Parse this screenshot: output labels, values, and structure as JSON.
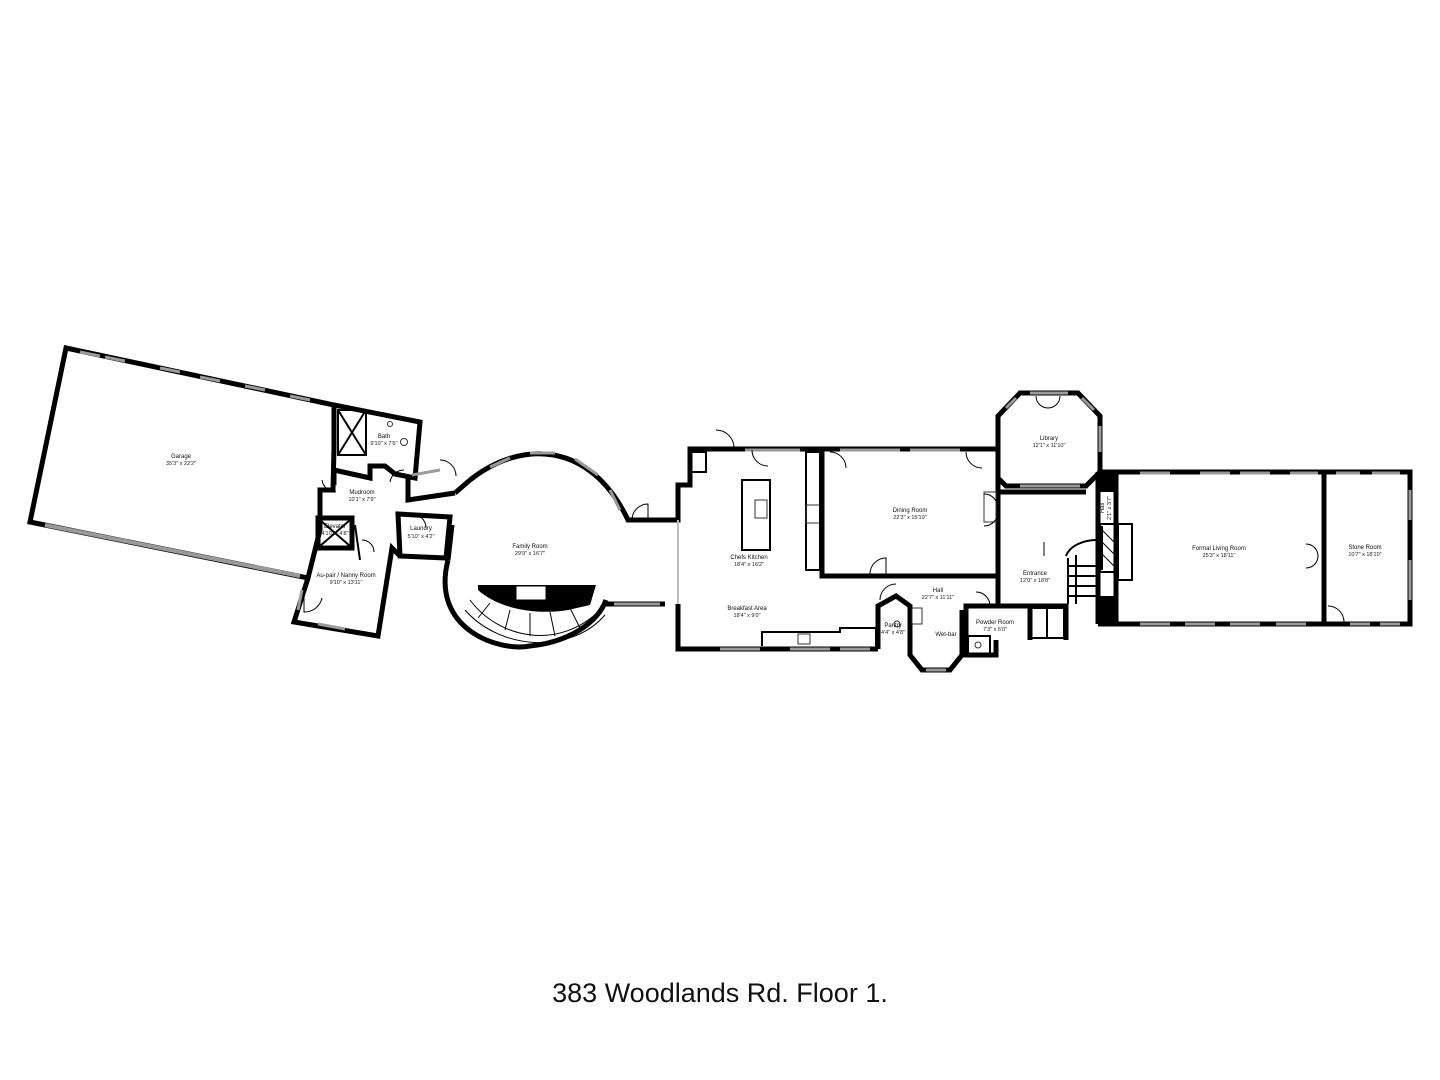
{
  "caption": "383 Woodlands Rd. Floor 1.",
  "rooms": {
    "garage": {
      "name": "Garage",
      "dim": "35'3\" x 22'2\""
    },
    "bath": {
      "name": "Bath",
      "dim": "9'10\" x 7'6\""
    },
    "mudroom": {
      "name": "Mudroom",
      "dim": "10'1\" x 7'9\""
    },
    "elevator": {
      "name": "Elevator",
      "dim": "4'10\" x 4'8\""
    },
    "laundry": {
      "name": "Laundry",
      "dim": "5'10\" x 4'2\""
    },
    "aupair": {
      "name": "Au-pair / Nanny Room",
      "dim": "9'10\" x 13'11\""
    },
    "family": {
      "name": "Family Room",
      "dim": "29'9\" x 16'7\""
    },
    "kitchen": {
      "name": "Chefs Kitchen",
      "dim": "18'4\" x 16'2\""
    },
    "breakfast": {
      "name": "Breakfast Area",
      "dim": "18'4\" x 9'0\""
    },
    "pantry": {
      "name": "Pantry",
      "dim": "4'4\" x 4'8\""
    },
    "wetbar": {
      "name": "Wet-bar"
    },
    "dining": {
      "name": "Dining Room",
      "dim": "22'3\" x 15'10\""
    },
    "hall": {
      "name": "Hall",
      "dim": "22'7\" x 11'11\""
    },
    "powder": {
      "name": "Powder Room",
      "dim": "7'3\" x 6'0\""
    },
    "library": {
      "name": "Library",
      "dim": "12'1\" x 11'10\""
    },
    "entrance": {
      "name": "Entrance",
      "dim": "12'0\" x 18'8\""
    },
    "hall2": {
      "name": "Hall",
      "dim": "2'1\" x 3'7\""
    },
    "living": {
      "name": "Formal Living Room",
      "dim": "25'3\" x 18'11\""
    },
    "stone": {
      "name": "Stone Room",
      "dim": "10'7\" x 18'10\""
    }
  }
}
